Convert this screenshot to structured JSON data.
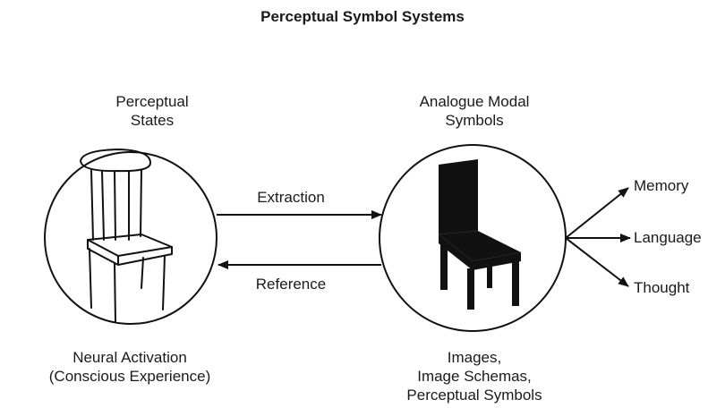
{
  "title": "Perceptual Symbol Systems",
  "left": {
    "heading": "Perceptual\nStates",
    "caption": "Neural Activation\n(Conscious Experience)"
  },
  "right": {
    "heading": "Analogue Modal\nSymbols",
    "caption": "Images,\nImage Schemas,\nPerceptual Symbols"
  },
  "arrows": {
    "top_label": "Extraction",
    "bottom_label": "Reference"
  },
  "outputs": [
    "Memory",
    "Language",
    "Thought"
  ],
  "colors": {
    "ink": "#111111",
    "background": "#ffffff"
  },
  "icons": {
    "left_circle": "chair-drawing-icon",
    "right_circle": "chair-silhouette-icon"
  }
}
